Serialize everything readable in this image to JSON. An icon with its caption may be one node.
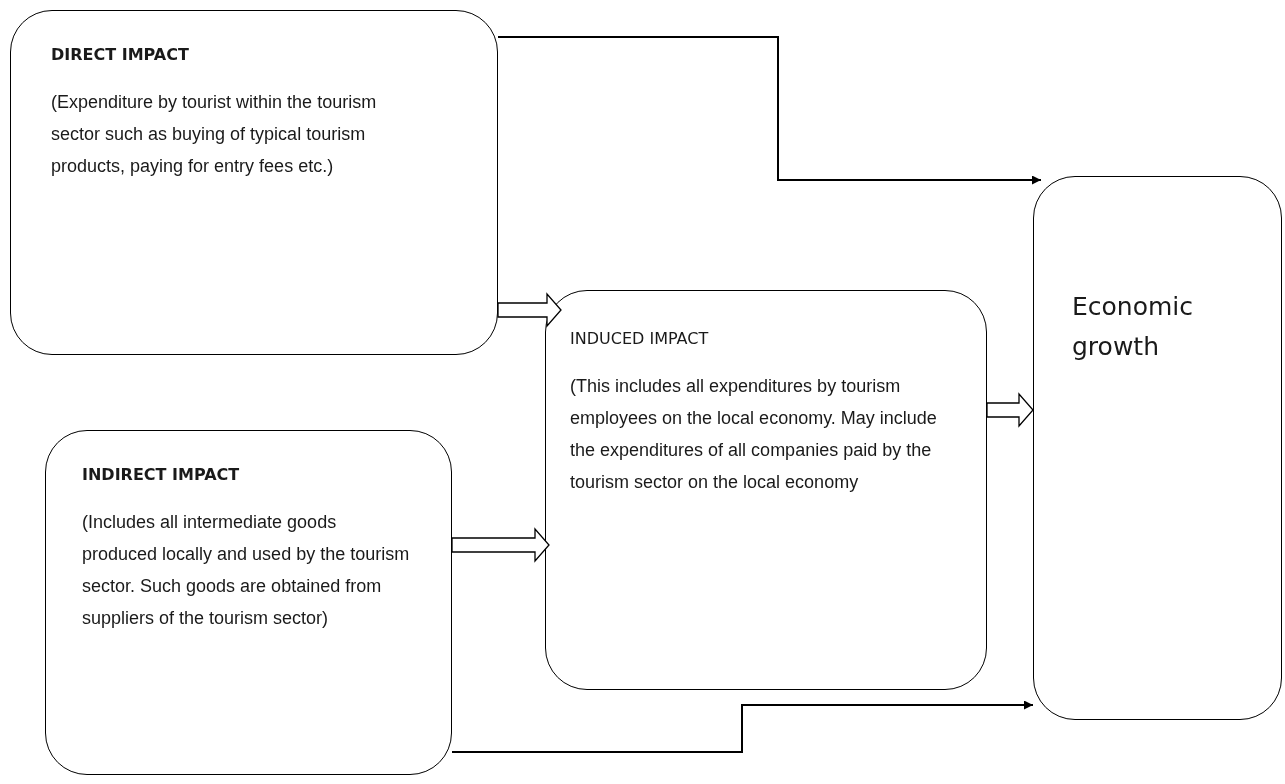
{
  "diagram": {
    "nodes": [
      {
        "text": [
          "DIRECT IMPACT",
          "(Expenditure by tourist within the tourism sector such as buying of typical tourism products, paying for entry fees etc.)"
        ]
      },
      {
        "text": [
          "INDUCED IMPACT",
          "(This includes all expenditures by tourism employees on the local economy. May include the expenditures of all companies paid by the tourism sector on the local economy"
        ]
      },
      {
        "text": [
          "INDIRECT IMPACT",
          "(Includes all intermediate goods produced locally and used by the tourism sector. Such goods are obtained from suppliers of the tourism sector)"
        ]
      },
      {
        "text": [
          "Economic growth"
        ]
      }
    ],
    "edges": [
      {
        "from": 0,
        "to": 3,
        "arrow": "to"
      },
      {
        "from": 0,
        "to": 1,
        "arrow": "to",
        "style": "thick"
      },
      {
        "from": 2,
        "to": 1,
        "arrow": "to",
        "style": "thick"
      },
      {
        "from": 1,
        "to": 3,
        "arrow": "to",
        "style": "thick"
      },
      {
        "from": 2,
        "to": 3,
        "arrow": "to"
      }
    ]
  }
}
